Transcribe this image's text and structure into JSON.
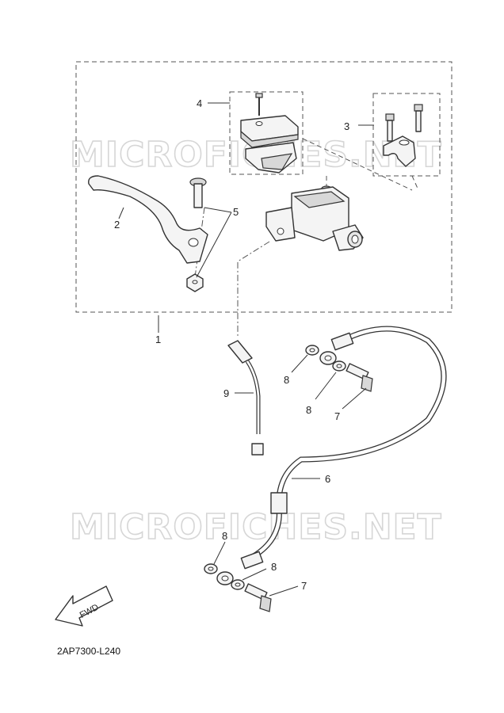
{
  "watermark": {
    "top_text": "MICROFICHES.NET",
    "bottom_text": "MICROFICHES.NET"
  },
  "callouts": {
    "c1": "1",
    "c2": "2",
    "c3": "3",
    "c4": "4",
    "c5": "5",
    "c6": "6",
    "c7a": "7",
    "c7b": "7",
    "c8a": "8",
    "c8b": "8",
    "c8c": "8",
    "c8d": "8",
    "c9": "9"
  },
  "fwd_label": "FWD",
  "diagram_code": "2AP7300-L240",
  "colors": {
    "line": "#333333",
    "watermark": "#d6d6d6",
    "background": "#ffffff"
  }
}
